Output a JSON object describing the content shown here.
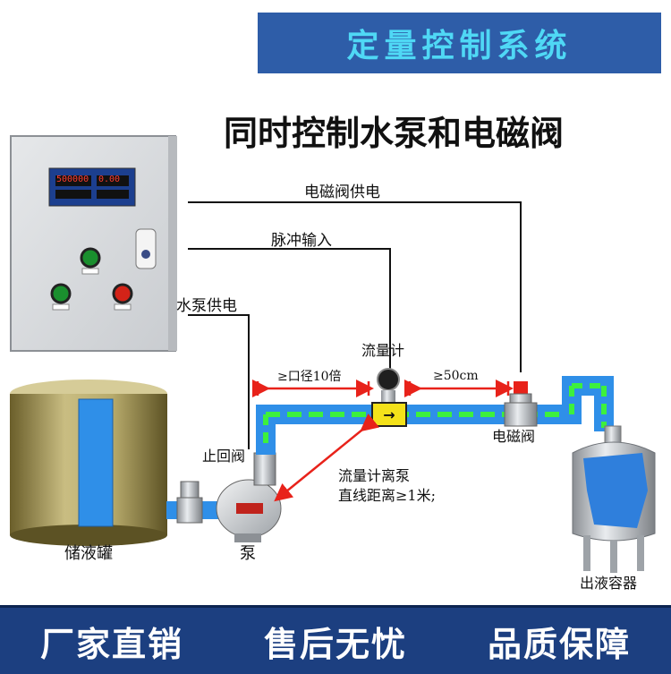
{
  "header": {
    "title": "定量控制系统",
    "subtitle": "同时控制水泵和电磁阀"
  },
  "wires": {
    "solenoid_power": "电磁阀供电",
    "pulse_input": "脉冲输入",
    "pump_power": "水泵供电"
  },
  "dimensions": {
    "pipe_diameter_rule": "≥口径10倍",
    "valve_distance": "≥50cm",
    "pump_distance_line1": "流量计离泵",
    "pump_distance_line2": "直线距离≥1米;"
  },
  "components": {
    "flowmeter": "流量计",
    "solenoid_valve": "电磁阀",
    "check_valve": "止回阀",
    "tank": "储液罐",
    "pump": "泵",
    "output_container": "出液容器"
  },
  "control_box": {
    "display_left": "500000",
    "display_right": "0.00"
  },
  "footer": {
    "item1": "厂家直销",
    "item2": "售后无忧",
    "item3": "品质保障"
  },
  "colors": {
    "banner_bg": "#2e5da8",
    "banner_text": "#4fd8f5",
    "pipe_blue": "#2f8fe8",
    "flow_green": "#3df03d",
    "marker_red": "#e8221a",
    "footer_bg": "#1c3f80"
  }
}
